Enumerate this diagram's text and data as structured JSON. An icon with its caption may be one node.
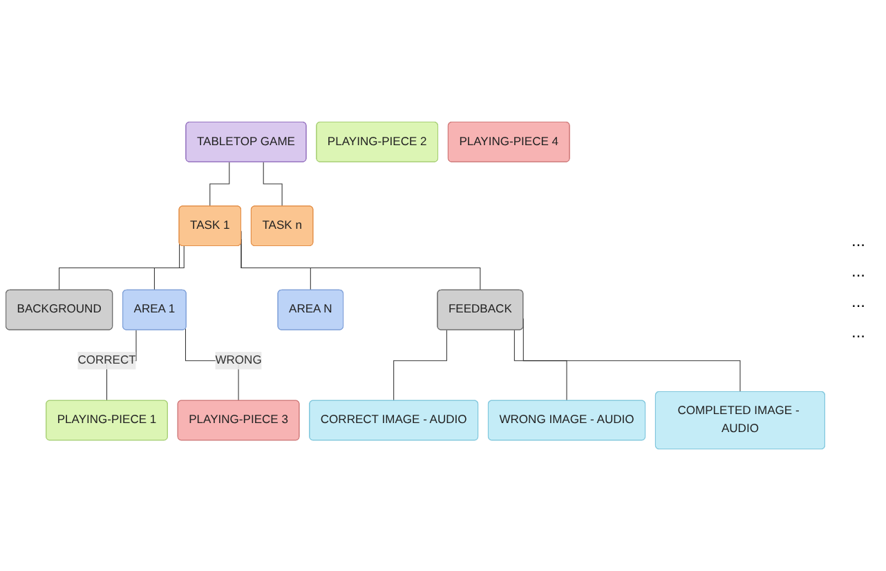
{
  "diagram": {
    "nodes": [
      {
        "text": [
          "TABLETOP GAME"
        ]
      },
      {
        "text": [
          "TASK 1"
        ]
      },
      {
        "text": [
          "TASK n"
        ]
      },
      {
        "text": [
          "BACKGROUND"
        ]
      },
      {
        "text": [
          "AREA 1"
        ]
      },
      {
        "text": [
          "AREA N"
        ]
      },
      {
        "text": [
          "FEEDBACK"
        ]
      },
      {
        "text": [
          "PLAYING-PIECE 1"
        ]
      },
      {
        "text": [
          "PLAYING-PIECE 3"
        ]
      },
      {
        "text": [
          "CORRECT IMAGE - AUDIO"
        ]
      },
      {
        "text": [
          "WRONG IMAGE - AUDIO"
        ]
      },
      {
        "text": [
          "COMPLETED IMAGE - AUDIO"
        ]
      },
      {
        "text": [
          "PLAYING-PIECE 2"
        ]
      },
      {
        "text": [
          "PLAYING-PIECE 4"
        ]
      }
    ],
    "edges": [
      {
        "from": 0,
        "to": 1,
        "arrow": "none"
      },
      {
        "from": 0,
        "to": 2,
        "arrow": "none"
      },
      {
        "from": 1,
        "to": 3,
        "arrow": "none"
      },
      {
        "from": 1,
        "to": 4,
        "arrow": "none"
      },
      {
        "from": 1,
        "to": 5,
        "arrow": "none"
      },
      {
        "from": 1,
        "to": 6,
        "arrow": "none"
      },
      {
        "from": 4,
        "to": 7,
        "label": "CORRECT",
        "arrow": "none"
      },
      {
        "from": 4,
        "to": 8,
        "label": "WRONG",
        "arrow": "none"
      },
      {
        "from": 6,
        "to": 9,
        "arrow": "none"
      },
      {
        "from": 6,
        "to": 10,
        "arrow": "none"
      },
      {
        "from": 6,
        "to": 11,
        "arrow": "none"
      }
    ],
    "labels": [
      "...",
      "...",
      "...",
      "..."
    ]
  }
}
